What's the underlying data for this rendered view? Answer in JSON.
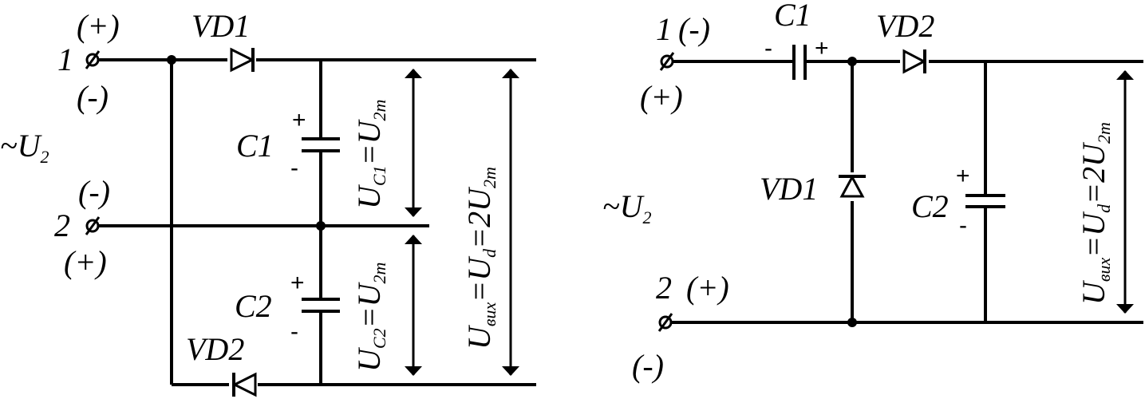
{
  "left": {
    "t1": "1",
    "t1_pol_top": "(+)",
    "t1_pol_bot": "(-)",
    "t2": "2",
    "t2_pol_top": "(-)",
    "t2_pol_bot": "(+)",
    "source_tilde": "~",
    "source_u": "U",
    "source_sub": "2",
    "vd1": "VD1",
    "vd2": "VD2",
    "c1": "C1",
    "c1_plus": "+",
    "c1_minus": "-",
    "c2": "C2",
    "c2_plus": "+",
    "c2_minus": "-",
    "uc1": {
      "u": "U",
      "s1": "C1",
      "eq": "=",
      "u2": "U",
      "s2": "2m"
    },
    "uc2": {
      "u": "U",
      "s1": "C2",
      "eq": "=",
      "u2": "U",
      "s2": "2m"
    },
    "uout": {
      "u": "U",
      "s1": "вих",
      "eq1": "=",
      "ud": "U",
      "sd": "d",
      "eq2": "=",
      "k": "2",
      "u2": "U",
      "s2": "2m"
    }
  },
  "right": {
    "t1": "1",
    "t1_pol_top": "(-)",
    "t1_pol_bot": "(+)",
    "t2": "2",
    "t2_pol_top": "(+)",
    "t2_pol_bot": "(-)",
    "source_tilde": "~",
    "source_u": "U",
    "source_sub": "2",
    "c1": "C1",
    "c1_minus": "-",
    "c1_plus": "+",
    "vd1": "VD1",
    "vd2": "VD2",
    "c2": "C2",
    "c2_plus": "+",
    "c2_minus": "-",
    "uout": {
      "u": "U",
      "s1": "вих",
      "eq1": "=",
      "ud": "U",
      "sd": "d",
      "eq2": "=",
      "k": "2",
      "u2": "U",
      "s2": "2m"
    }
  }
}
